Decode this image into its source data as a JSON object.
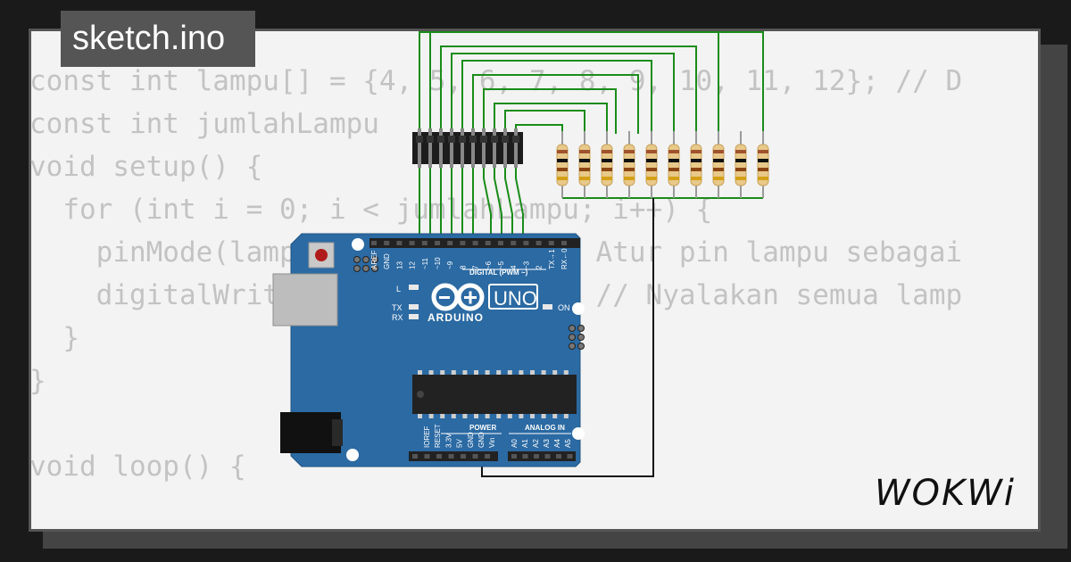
{
  "window": {
    "title": "sketch.ino"
  },
  "code": {
    "lines": [
      "const int lampu[] = {4, 5, 6, 7, 8, 9, 10, 11, 12}; // D",
      "const int jumlahLampu",
      "void setup() {",
      "  for (int i = 0; i < jumlahLampu; i++) {",
      "    pinMode(lampu[i], OUTPUT); // Atur pin lampu sebagai",
      "    digitalWrite(lampu[i], HIGH); // Nyalakan semua lamp",
      "  }",
      "}",
      "",
      "void loop() {",
      "  "
    ]
  },
  "board": {
    "brand": "ARDUINO",
    "model": "UNO",
    "power_header": "POWER",
    "analog_header": "ANALOG IN",
    "digital_header": "DIGITAL (PWM ~)",
    "led_l": "L",
    "led_tx": "TX",
    "led_rx": "RX",
    "led_on": "ON",
    "digital_pins": [
      "AREF",
      "GND",
      "13",
      "12",
      "~11",
      "~10",
      "~9",
      "8",
      "7",
      "~6",
      "~5",
      "4",
      "~3",
      "2",
      "TX→1",
      "RX←0"
    ],
    "power_pins": [
      "IOREF",
      "RESET",
      "3.3V",
      "5V",
      "GND",
      "GND",
      "Vin"
    ],
    "analog_pins": [
      "A0",
      "A1",
      "A2",
      "A3",
      "A4",
      "A5"
    ]
  },
  "circuit": {
    "wire_color": "#1a8c1a",
    "ground_wire_color": "#111111",
    "board_color": "#2b6aa3",
    "resistor_count": 10
  },
  "logo": {
    "text": "WOKWi"
  }
}
